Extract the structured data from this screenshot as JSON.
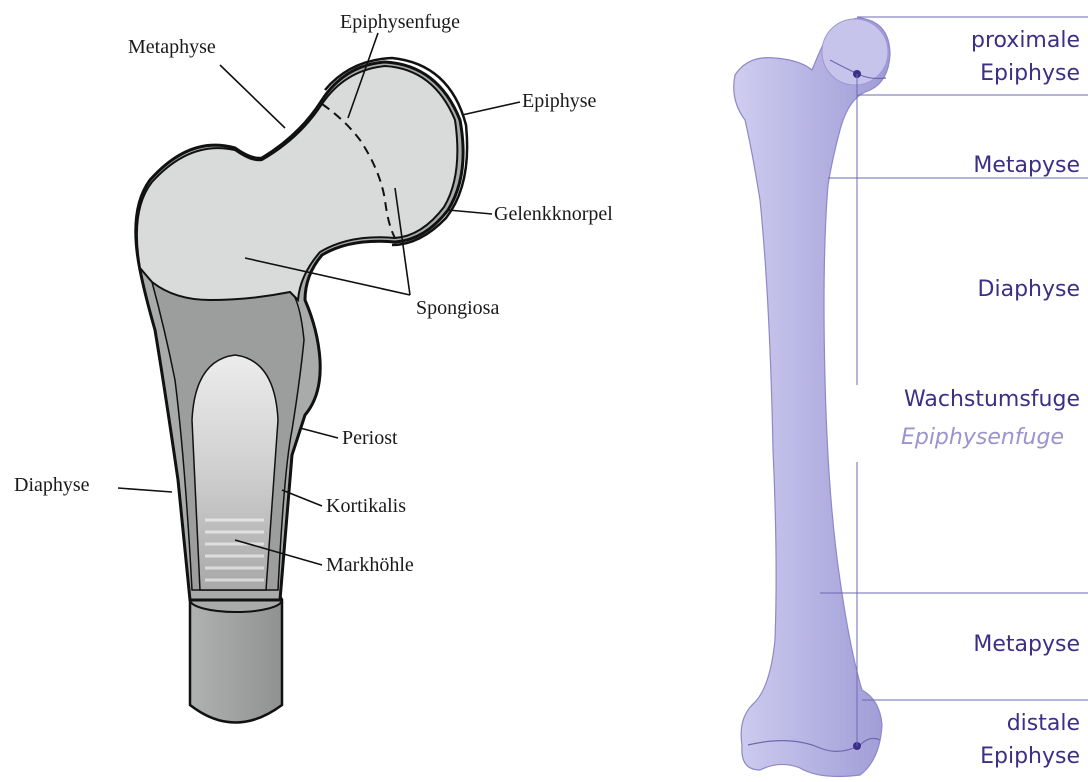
{
  "left_diagram": {
    "labels": {
      "metaphyse": "Metaphyse",
      "epiphysenfuge": "Epiphysenfuge",
      "epiphyse": "Epiphyse",
      "gelenkknorpel": "Gelenkknorpel",
      "spongiosa": "Spongiosa",
      "periost": "Periost",
      "diaphyse": "Diaphyse",
      "kortikalis": "Kortikalis",
      "markhoehle": "Markhöhle"
    }
  },
  "right_diagram": {
    "labels": {
      "proximal_line1": "proximale",
      "proximal_line2": "Epiphyse",
      "metapyse_top": "Metapyse",
      "diaphyse": "Diaphyse",
      "wachstumsfuge": "Wachstumsfuge",
      "epiphysenfuge_italic": "Epiphysenfuge",
      "metapyse_bottom": "Metapyse",
      "distal_line1": "distale",
      "distal_line2": "Epiphyse"
    }
  },
  "colors": {
    "bone_light": "#d9dbdb",
    "bone_mid": "#a9abab",
    "bone_dark": "#8e9090",
    "purple_bone": "#b9b6e4",
    "purple_text": "#3b2f86",
    "purple_italic": "#9a93cf"
  }
}
